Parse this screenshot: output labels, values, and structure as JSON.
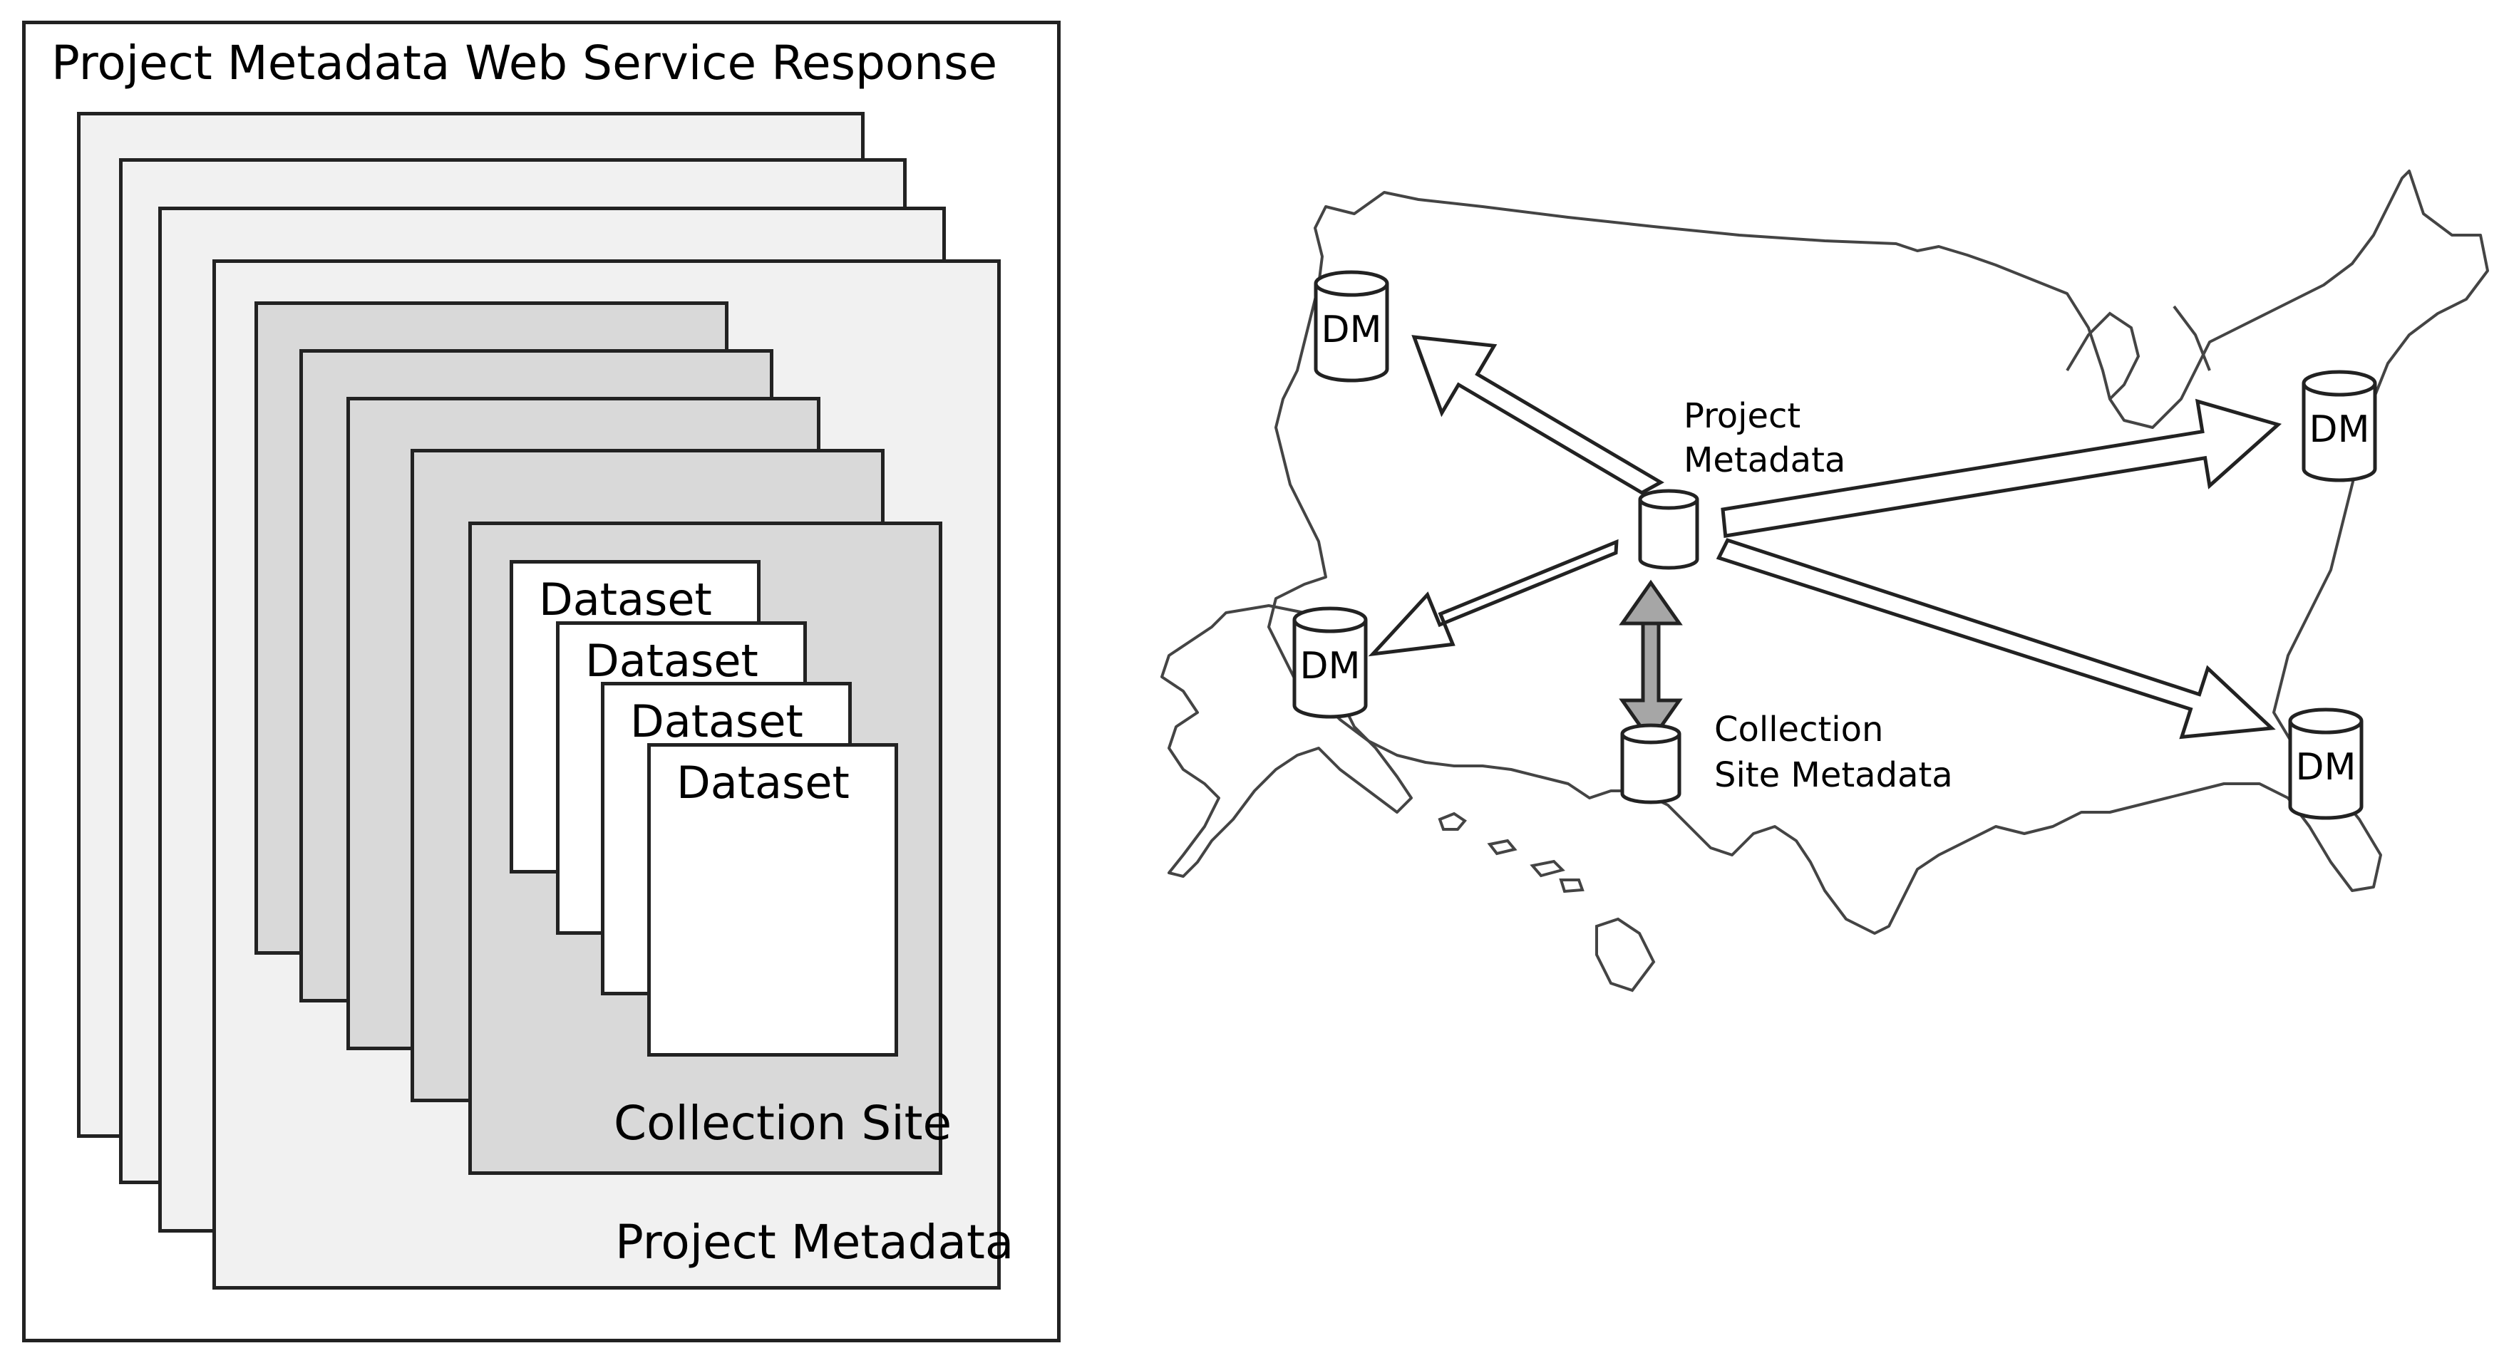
{
  "left_panel": {
    "title": "Project Metadata Web Service Response",
    "project_label": "Project Metadata",
    "site_label": "Collection Site",
    "dataset_labels": [
      "Dataset",
      "Dataset",
      "Dataset",
      "Dataset"
    ]
  },
  "map_panel": {
    "center_db_label": "Project Metadata",
    "site_db_label": "Collection Site Metadata",
    "dm_labels": [
      "DM",
      "DM",
      "DM",
      "DM"
    ]
  },
  "colors": {
    "project_fill": "#f1f1f1",
    "site_fill": "#d9d9d9",
    "dataset_fill": "#ffffff",
    "gray_arrow": "#a6a6a6",
    "stroke": "#222222"
  }
}
